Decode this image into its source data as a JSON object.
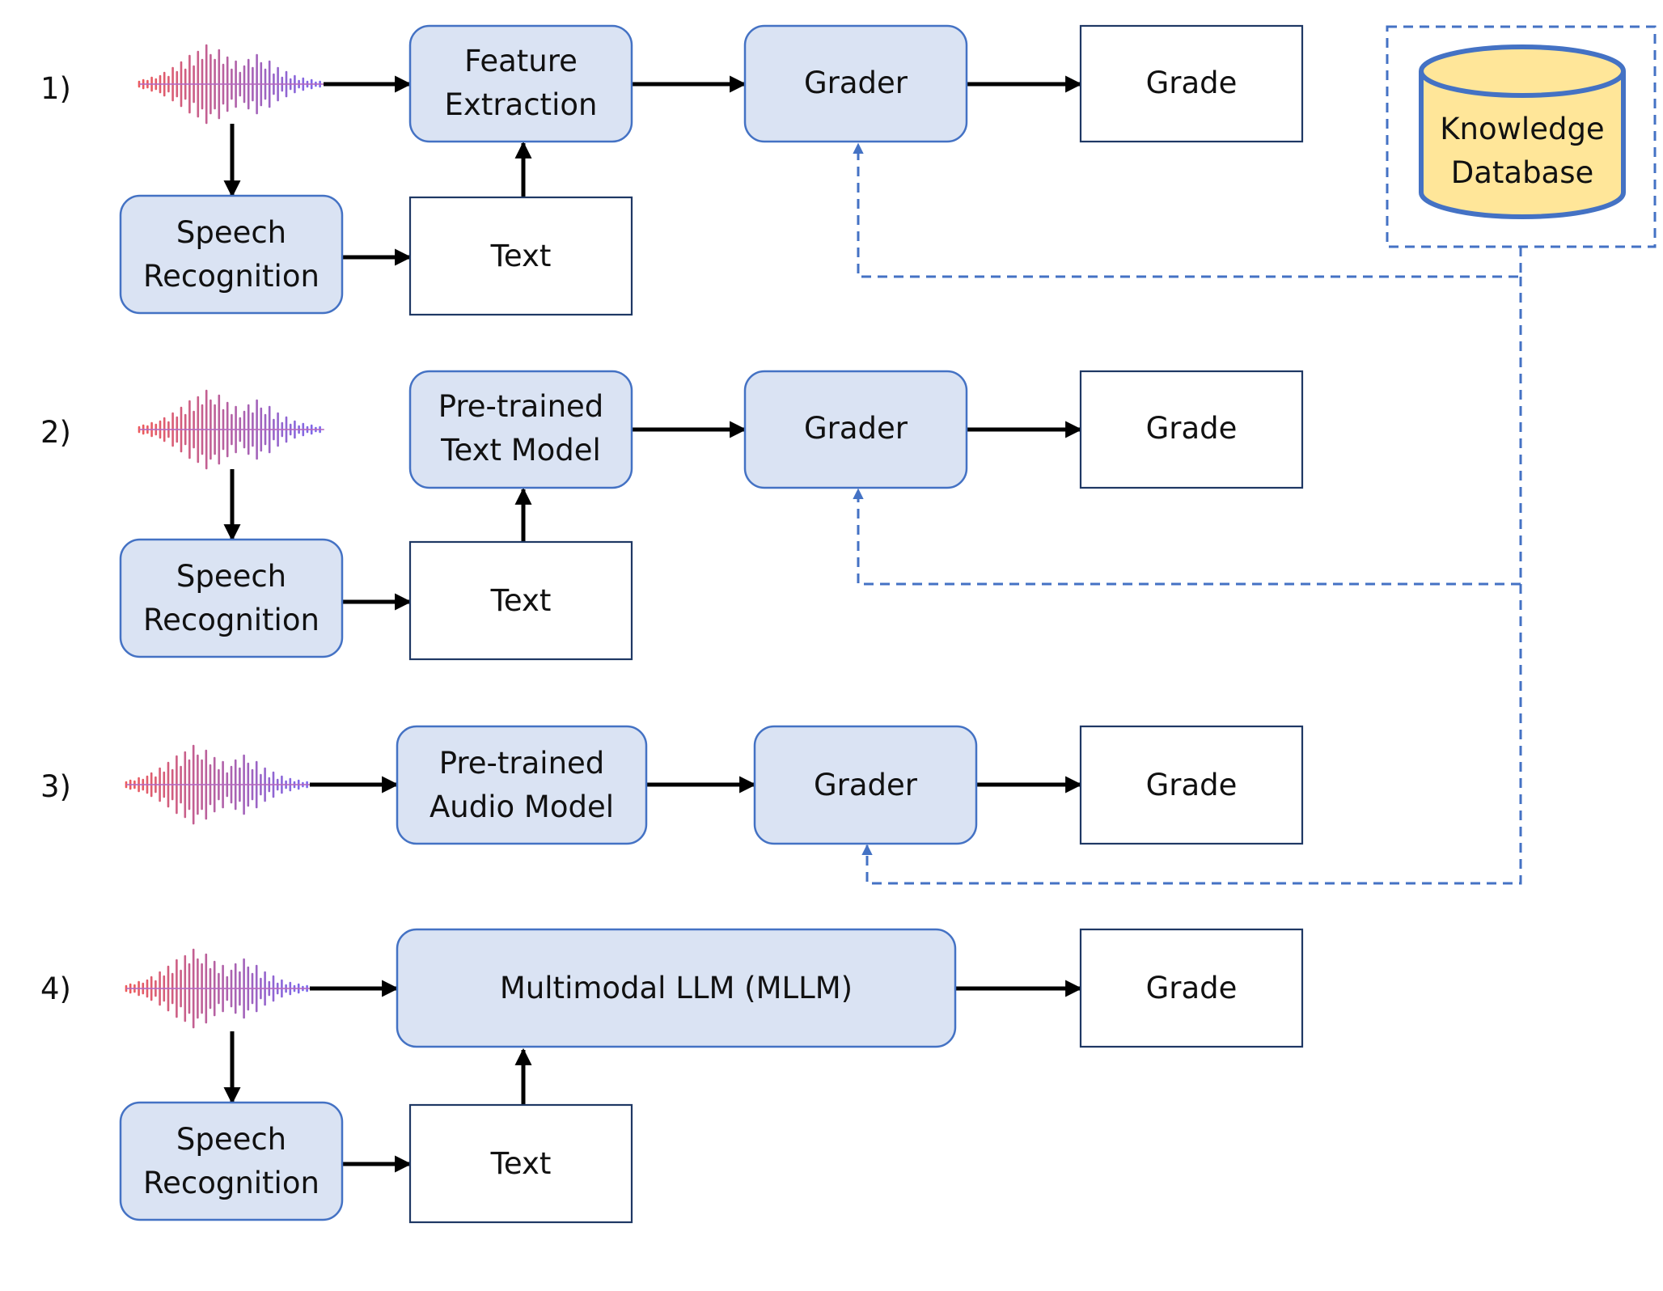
{
  "colors": {
    "box_fill": "#dae3f3",
    "box_stroke": "#4472c4",
    "plain_stroke": "#1f3864",
    "db_fill": "#ffe699",
    "db_stroke": "#4472c4",
    "arrow": "#000000",
    "dashed": "#4472c4",
    "wave_start": "#ee5a5a",
    "wave_end": "#7b68ee"
  },
  "icons": {
    "audio": "waveform-icon",
    "database": "database-cylinder-icon"
  },
  "rows": [
    {
      "number": "1)",
      "speech_recognition": "Speech\nRecognition",
      "text": "Text",
      "model": "Feature\nExtraction",
      "grader": "Grader",
      "grade": "Grade"
    },
    {
      "number": "2)",
      "speech_recognition": "Speech\nRecognition",
      "text": "Text",
      "model": "Pre-trained\nText Model",
      "grader": "Grader",
      "grade": "Grade"
    },
    {
      "number": "3)",
      "model": "Pre-trained\nAudio Model",
      "grader": "Grader",
      "grade": "Grade"
    },
    {
      "number": "4)",
      "speech_recognition": "Speech\nRecognition",
      "text": "Text",
      "model": "Multimodal  LLM (MLLM)",
      "grade": "Grade"
    }
  ],
  "knowledge_database": "Knowledge\nDatabase"
}
